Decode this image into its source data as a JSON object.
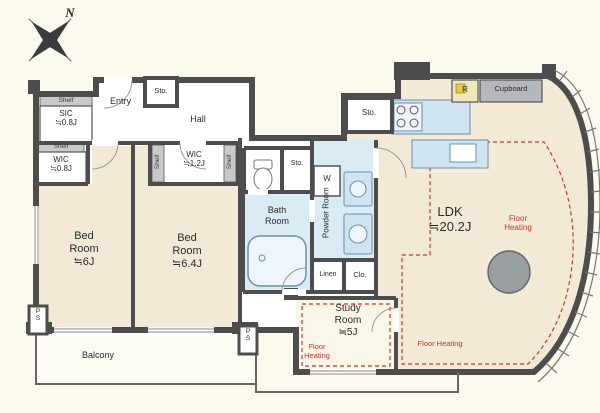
{
  "plan": {
    "compass_north": "N",
    "labels": {
      "entry": "Entry",
      "hall": "Hall",
      "sto": "Sto.",
      "sic": "SIC\n≒0.8J",
      "wic_small": "WIC\n≒0.8J",
      "wic_mid": "WIC\n≒1.2J",
      "shelf": "Shelf",
      "bedroom1": "Bed\nRoom\n≒6J",
      "bedroom2": "Bed\nRoom\n≒6.4J",
      "bath": "Bath\nRoom",
      "powder": "Powder Room",
      "washer": "W",
      "linen": "Linen",
      "closet": "Clo.",
      "refrigerator": "R",
      "cupboard": "Cupboard",
      "ldk": "LDK\n≒20.2J",
      "study": "Study\nRoom\n≒5J",
      "balcony": "Balcony",
      "pipe_space": "P\nS",
      "floor_heating": "Floor\nHeating",
      "floor_heating_line": "Floor Heating"
    },
    "colors": {
      "wall": "#4d4d4d",
      "room_beige": "#f2ead6",
      "wet_area_blue": "#d9ebf4",
      "fixture_blue": "#cfe4f0",
      "shelf_gray": "#c9c9c9",
      "cupboard_gray": "#b4b8bc",
      "refrigerator_yellow": "#f1e9be",
      "floor_heating_red": "#c0392b",
      "background": "#fcfaef"
    }
  }
}
